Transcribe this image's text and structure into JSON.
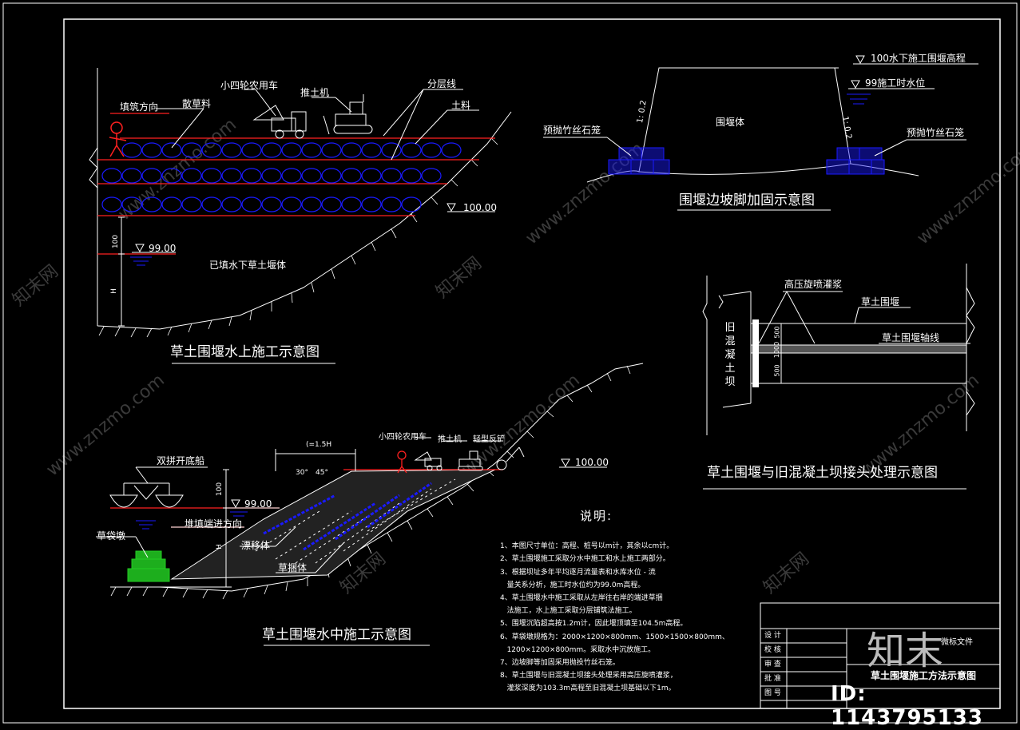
{
  "drawing": {
    "title_block": {
      "drawing_name": "草土围堰施工方法示意图",
      "company": "微标文件",
      "rows": [
        "设 计",
        "校 核",
        "审 查",
        "批 准",
        "图 号"
      ]
    },
    "logo": "知末",
    "id_tag": "ID: 1143795133",
    "watermark": "www.znzmo.com",
    "watermark_cn": "知末网"
  },
  "views": {
    "above_water": {
      "title": "草土围堰水上施工示意图",
      "labels": {
        "tractor": "小四轮农用车",
        "bulldozer": "推土机",
        "layer_line": "分层线",
        "soil": "土料",
        "fill_direction": "填筑方向",
        "straw": "散草料",
        "elev_top": "100.00",
        "elev_water": "99.00",
        "dim_100": "100",
        "dim_h": "H",
        "filled_body": "已填水下草土堰体"
      }
    },
    "toe": {
      "title": "围堰边坡脚加固示意图",
      "labels": {
        "elev_top": "100水下施工围堰高程",
        "elev_water": "99施工时水位",
        "slope_left": "1: 0.2",
        "slope_right": "1: 0.2",
        "body": "围堰体",
        "cage_left": "预抛竹丝石笼",
        "cage_right": "预抛竹丝石笼"
      }
    },
    "joint": {
      "title": "草土围堰与旧混凝土坝接头处理示意图",
      "labels": {
        "grout": "高压旋喷灌浆",
        "cofferdam": "草土围堰",
        "axis": "草土围堰轴线",
        "old_dam": "旧混凝土坝",
        "dim_500a": "500",
        "dim_1000": "1000",
        "dim_500b": "500"
      }
    },
    "in_water": {
      "title": "草土围堰水中施工示意图",
      "labels": {
        "boat": "双拼开底船",
        "bag_pier": "草袋墩",
        "push_dir": "堆填端进方向",
        "float": "漂移体",
        "bundle": "草捆体",
        "tractor": "小四轮农用车",
        "bulldozer": "推土机",
        "roller": "轻型反铲",
        "width": "(=1.5H",
        "angle_a": "30°",
        "angle_b": "45°",
        "elev_top": "100.00",
        "elev_water": "99.00",
        "dim_100": "100",
        "dim_h": "H"
      }
    }
  },
  "notes": {
    "heading": "说明:",
    "items": [
      "1、本图尺寸单位：高程、桩号以m计，其余以cm计。",
      "2、草土围堰施工采取分水中施工和水上施工两部分。",
      "3、根据坝址多年平均逐月流量表和水库水位 - 流\n   量关系分析，施工时水位约为99.0m高程。",
      "4、草土围堰水中施工采取从左岸往右岸的端进草捆\n   法施工，水上施工采取分层铺筑法施工。",
      "5、围堰沉陷超高按1.2m计，因此堰顶填至104.5m高程。",
      "6、草袋墩规格为：2000×1200×800mm、1500×1500×800mm、\n   1200×1200×800mm。采取水中沉放施工。",
      "7、边坡脚等加固采用抛投竹丝石笼。",
      "8、草土围堰与旧混凝土坝接头处理采用高压旋喷灌浆，\n   灌浆深度为103.3m高程至旧混凝土坝基础以下1m。"
    ]
  },
  "colors": {
    "line": "#ffffff",
    "red": "#ff2020",
    "blue": "#1a1aff",
    "green": "#22cc22",
    "bg": "#000000"
  }
}
